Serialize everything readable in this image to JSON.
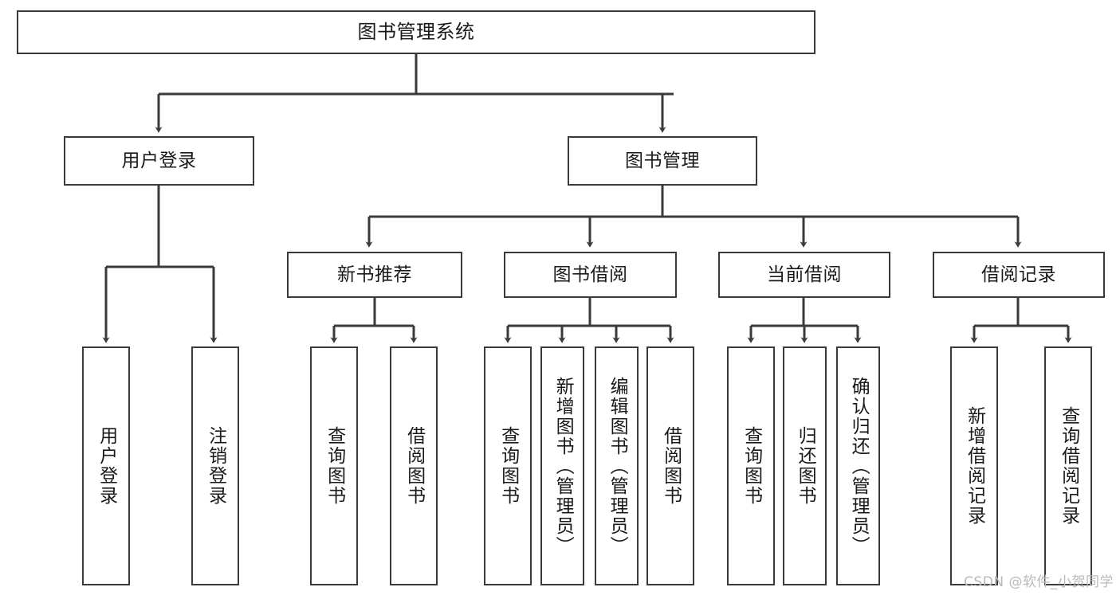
{
  "diagram": {
    "title": "图书管理系统",
    "root": {
      "id": "root",
      "label": "图书管理系统",
      "orientation": "horizontal"
    },
    "level1": [
      {
        "id": "user-login",
        "label": "用户登录",
        "orientation": "horizontal"
      },
      {
        "id": "book-management",
        "label": "图书管理",
        "orientation": "horizontal"
      }
    ],
    "level2": [
      {
        "id": "new-book-recommend",
        "label": "新书推荐",
        "parent": "book-management",
        "orientation": "horizontal"
      },
      {
        "id": "book-borrow",
        "label": "图书借阅",
        "parent": "book-management",
        "orientation": "horizontal"
      },
      {
        "id": "current-borrow",
        "label": "当前借阅",
        "parent": "book-management",
        "orientation": "horizontal"
      },
      {
        "id": "borrow-record",
        "label": "借阅记录",
        "parent": "book-management",
        "orientation": "horizontal"
      }
    ],
    "leaves": [
      {
        "id": "leaf-user-login",
        "label": "用户登录",
        "parent": "user-login",
        "orientation": "vertical"
      },
      {
        "id": "leaf-user-logout",
        "label": "注销登录",
        "parent": "user-login",
        "orientation": "vertical"
      },
      {
        "id": "leaf-query-book-1",
        "label": "查询图书",
        "parent": "new-book-recommend",
        "orientation": "vertical"
      },
      {
        "id": "leaf-borrow-book-1",
        "label": "借阅图书",
        "parent": "new-book-recommend",
        "orientation": "vertical"
      },
      {
        "id": "leaf-query-book-2",
        "label": "查询图书",
        "parent": "book-borrow",
        "orientation": "vertical"
      },
      {
        "id": "leaf-add-book",
        "label": "新增图书（管理员）",
        "parent": "book-borrow",
        "orientation": "vertical"
      },
      {
        "id": "leaf-edit-book",
        "label": "编辑图书（管理员）",
        "parent": "book-borrow",
        "orientation": "vertical"
      },
      {
        "id": "leaf-borrow-book-2",
        "label": "借阅图书",
        "parent": "book-borrow",
        "orientation": "vertical"
      },
      {
        "id": "leaf-query-book-3",
        "label": "查询图书",
        "parent": "current-borrow",
        "orientation": "vertical"
      },
      {
        "id": "leaf-return-book",
        "label": "归还图书",
        "parent": "current-borrow",
        "orientation": "vertical"
      },
      {
        "id": "leaf-confirm-return",
        "label": "确认归还（管理员）",
        "parent": "current-borrow",
        "orientation": "vertical"
      },
      {
        "id": "leaf-add-record",
        "label": "新增借阅记录",
        "parent": "borrow-record",
        "orientation": "vertical"
      },
      {
        "id": "leaf-query-record",
        "label": "查询借阅记录",
        "parent": "borrow-record",
        "orientation": "vertical"
      }
    ],
    "watermark": "CSDN @软件_小贺同学",
    "colors": {
      "stroke": "#3a3a3a",
      "fill": "#ffffff",
      "text": "#1a1a1a",
      "watermark": "#b9b9b9"
    }
  }
}
